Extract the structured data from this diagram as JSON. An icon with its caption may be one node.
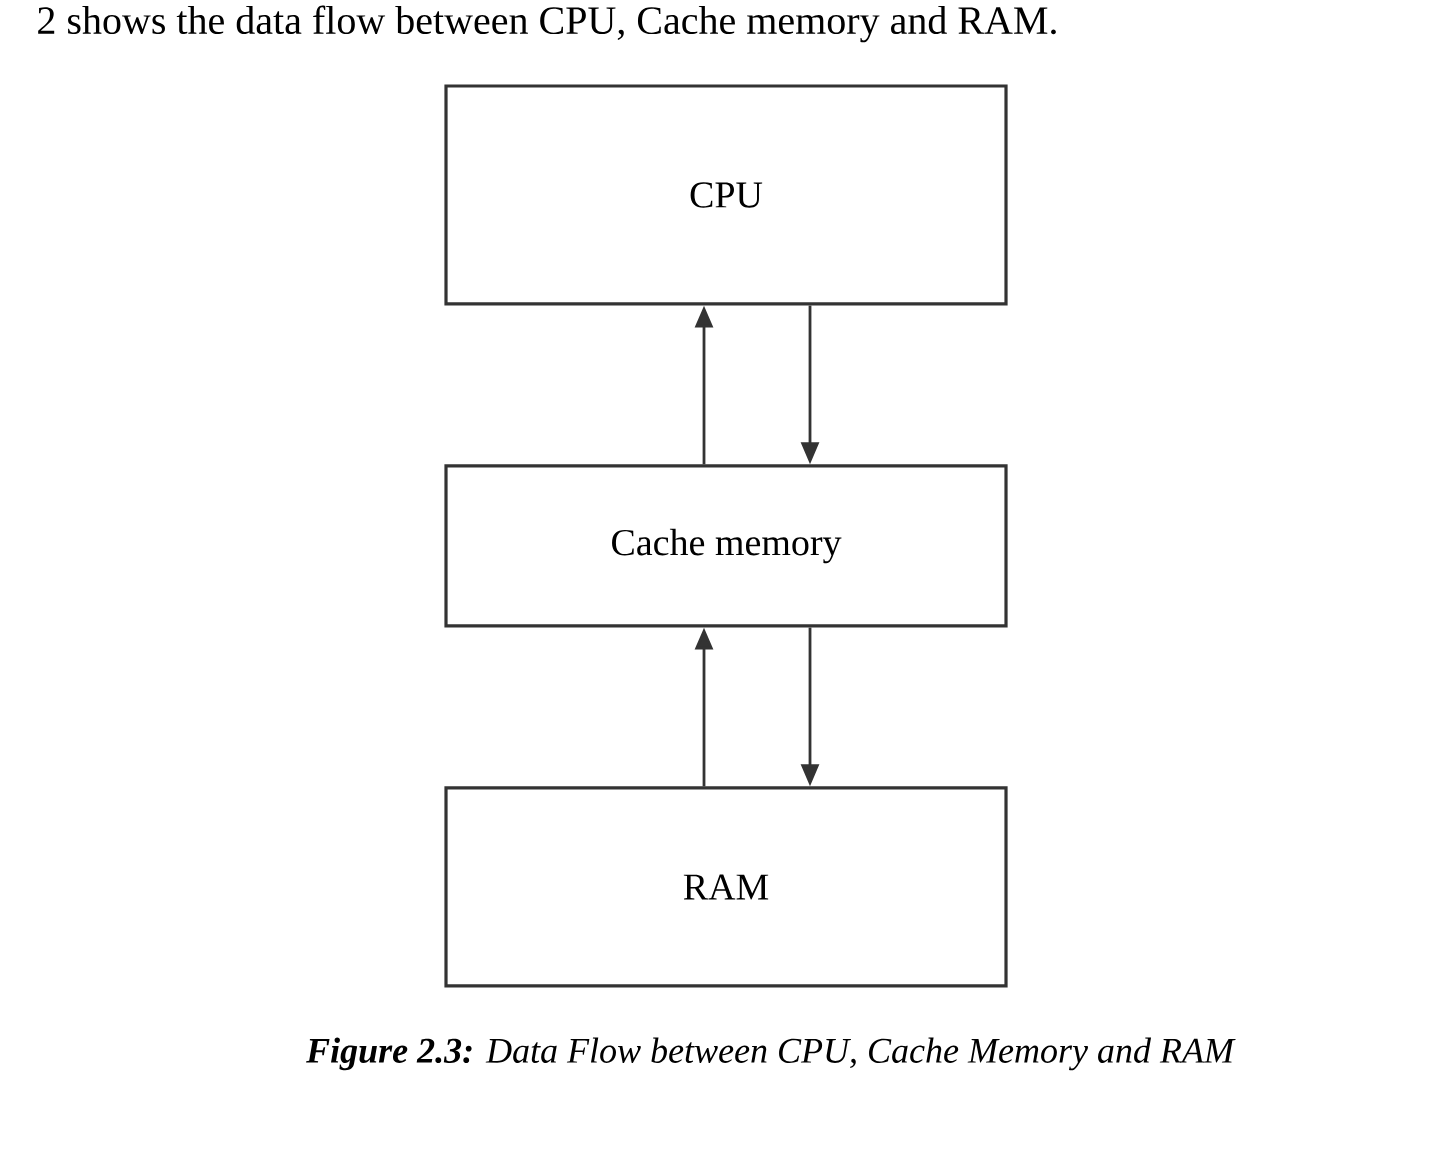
{
  "diagram": {
    "caption": "**Figure 2.3:** Data Flow between CPU, Cache Memory and RAM",
    "nodes": [
      {
        "text": [
          "CPU"
        ]
      },
      {
        "text": [
          "Cache memory"
        ]
      },
      {
        "text": [
          "RAM"
        ]
      }
    ],
    "edges": [
      {
        "from": 1,
        "to": 0,
        "arrow": "to"
      },
      {
        "from": 0,
        "to": 1,
        "arrow": "to"
      },
      {
        "from": 2,
        "to": 1,
        "arrow": "to"
      },
      {
        "from": 1,
        "to": 2,
        "arrow": "to"
      }
    ],
    "labels": [
      "2 shows the data flow between CPU, Cache memory and RAM."
    ]
  }
}
